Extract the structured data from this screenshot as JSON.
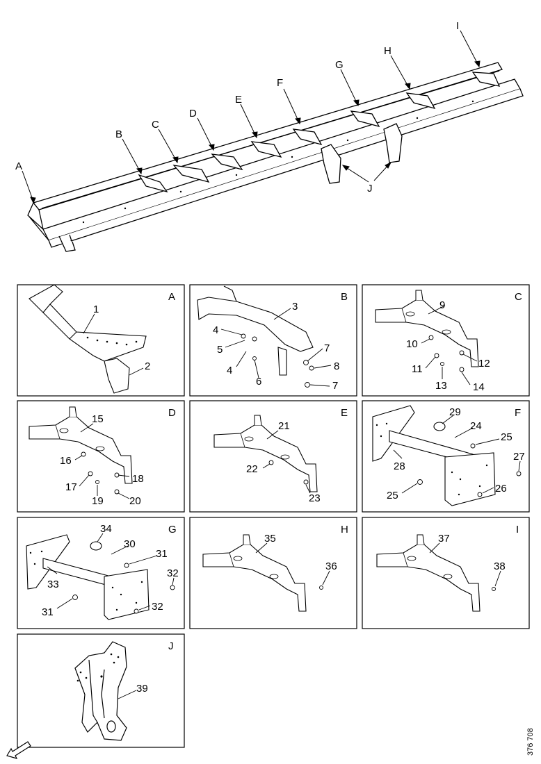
{
  "overview": {
    "callouts": [
      "A",
      "B",
      "C",
      "D",
      "E",
      "F",
      "G",
      "H",
      "I",
      "J"
    ]
  },
  "panels": [
    {
      "letter": "A",
      "parts": [
        "1",
        "2"
      ]
    },
    {
      "letter": "B",
      "parts": [
        "3",
        "4",
        "5",
        "4",
        "6",
        "7",
        "8",
        "7"
      ]
    },
    {
      "letter": "C",
      "parts": [
        "9",
        "10",
        "11",
        "12",
        "13",
        "14"
      ]
    },
    {
      "letter": "D",
      "parts": [
        "15",
        "16",
        "17",
        "18",
        "19",
        "20"
      ]
    },
    {
      "letter": "E",
      "parts": [
        "21",
        "22",
        "23"
      ]
    },
    {
      "letter": "F",
      "parts": [
        "29",
        "24",
        "25",
        "27",
        "28",
        "25",
        "26"
      ]
    },
    {
      "letter": "G",
      "parts": [
        "34",
        "30",
        "31",
        "32",
        "33",
        "31",
        "32"
      ]
    },
    {
      "letter": "H",
      "parts": [
        "35",
        "36"
      ]
    },
    {
      "letter": "I",
      "parts": [
        "37",
        "38"
      ]
    },
    {
      "letter": "J",
      "parts": [
        "39"
      ]
    }
  ],
  "reference": "376 708"
}
